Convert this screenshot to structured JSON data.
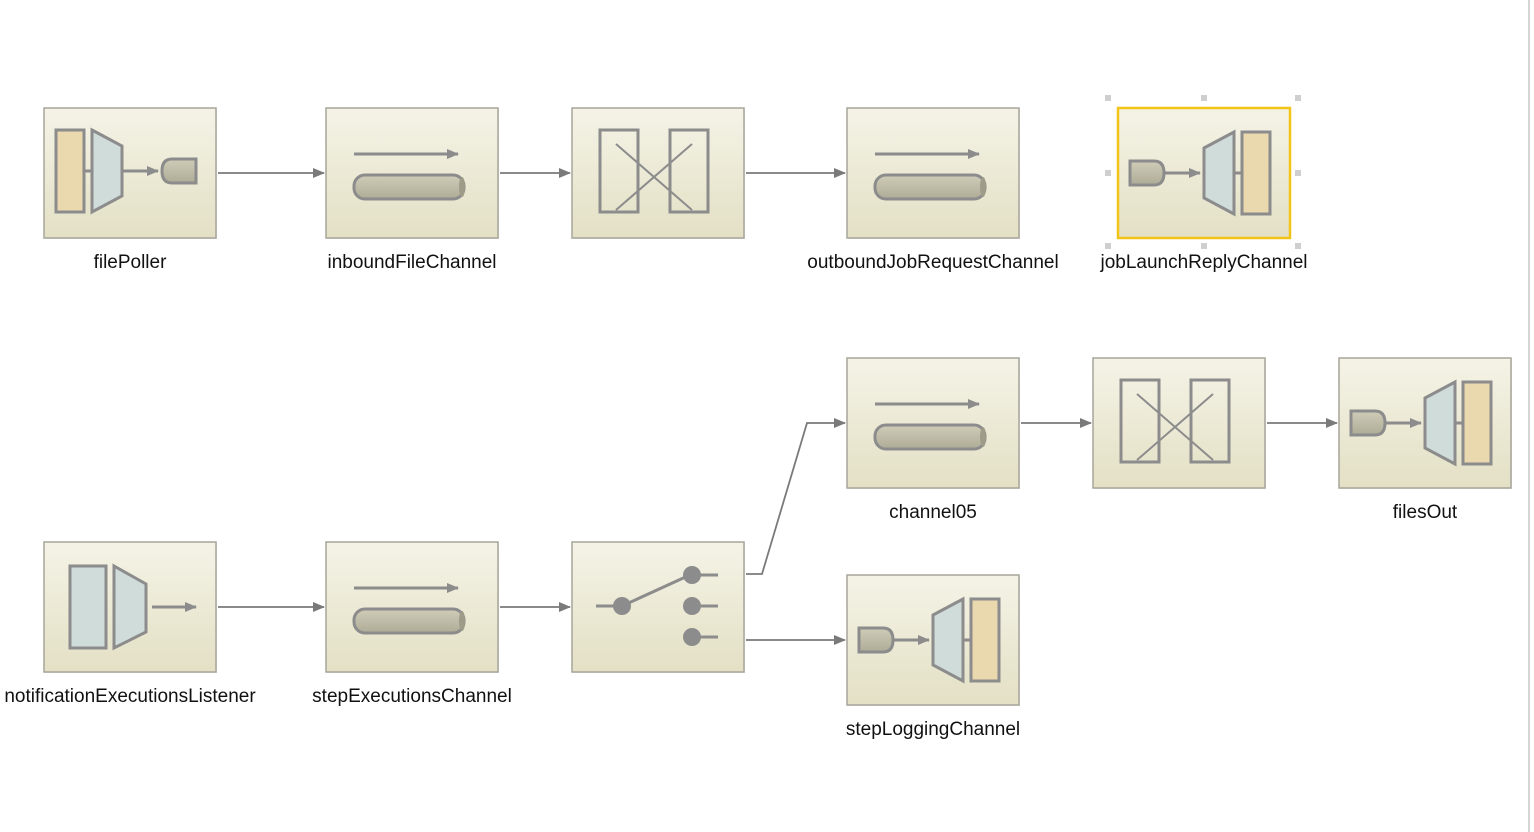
{
  "diagram": {
    "nodes": [
      {
        "id": "filePoller",
        "kind": "inbound-adapter",
        "label": "filePoller"
      },
      {
        "id": "inboundFileChannel",
        "kind": "channel",
        "label": "inboundFileChannel"
      },
      {
        "id": "transformer1",
        "kind": "transformer",
        "label": ""
      },
      {
        "id": "outboundJobRequestChannel",
        "kind": "channel",
        "label": "outboundJobRequestChannel"
      },
      {
        "id": "jobLaunchReplyChannel",
        "kind": "outbound-adapter",
        "label": "jobLaunchReplyChannel",
        "selected": true
      },
      {
        "id": "notificationExecutionsListener",
        "kind": "gateway",
        "label": "notificationExecutionsListener"
      },
      {
        "id": "stepExecutionsChannel",
        "kind": "channel",
        "label": "stepExecutionsChannel"
      },
      {
        "id": "router",
        "kind": "router",
        "label": ""
      },
      {
        "id": "channel05",
        "kind": "channel",
        "label": "channel05"
      },
      {
        "id": "transformer2",
        "kind": "transformer",
        "label": ""
      },
      {
        "id": "filesOut",
        "kind": "outbound-adapter",
        "label": "filesOut"
      },
      {
        "id": "stepLoggingChannel",
        "kind": "outbound-adapter",
        "label": "stepLoggingChannel"
      }
    ],
    "edges": [
      {
        "from": "filePoller",
        "to": "inboundFileChannel"
      },
      {
        "from": "inboundFileChannel",
        "to": "transformer1"
      },
      {
        "from": "transformer1",
        "to": "outboundJobRequestChannel"
      },
      {
        "from": "notificationExecutionsListener",
        "to": "stepExecutionsChannel"
      },
      {
        "from": "stepExecutionsChannel",
        "to": "router"
      },
      {
        "from": "router",
        "to": "channel05"
      },
      {
        "from": "router",
        "to": "stepLoggingChannel"
      },
      {
        "from": "channel05",
        "to": "transformer2"
      },
      {
        "from": "transformer2",
        "to": "filesOut"
      }
    ]
  },
  "colors": {
    "node_fill_top": "#f4f2e4",
    "node_fill_bottom": "#e4e1c6",
    "node_border": "#a7a59a",
    "selected_border": "#f2c418",
    "edge": "#7a7a7a",
    "icon_stroke": "#8c8c8c",
    "pipe_fill": "#c0bda8",
    "funnel_fill": "#cfdcd9",
    "wall_fill": "#ead8ae"
  }
}
